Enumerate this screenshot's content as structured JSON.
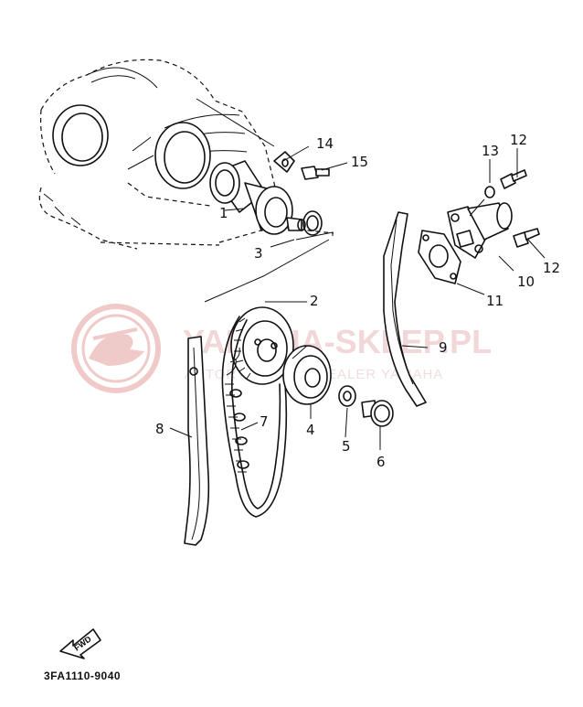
{
  "diagram": {
    "diagram_code": "3FA1110-9040",
    "fwd_label": "FWD",
    "watermark": {
      "main": "YAMAHA-SKLEP.PL",
      "sub": "AUTORYZOWANY DEALER YAMAHA"
    },
    "callouts": [
      {
        "id": "1",
        "label": "1"
      },
      {
        "id": "2",
        "label": "2"
      },
      {
        "id": "3",
        "label": "3"
      },
      {
        "id": "4",
        "label": "4"
      },
      {
        "id": "5",
        "label": "5"
      },
      {
        "id": "6",
        "label": "6"
      },
      {
        "id": "7",
        "label": "7"
      },
      {
        "id": "8",
        "label": "8"
      },
      {
        "id": "9",
        "label": "9"
      },
      {
        "id": "10",
        "label": "10"
      },
      {
        "id": "11",
        "label": "11"
      },
      {
        "id": "12a",
        "label": "12"
      },
      {
        "id": "12b",
        "label": "12"
      },
      {
        "id": "13",
        "label": "13"
      },
      {
        "id": "14",
        "label": "14"
      },
      {
        "id": "15",
        "label": "15"
      }
    ],
    "colors": {
      "line": "#111111",
      "watermark": "#e7b7b7"
    }
  }
}
